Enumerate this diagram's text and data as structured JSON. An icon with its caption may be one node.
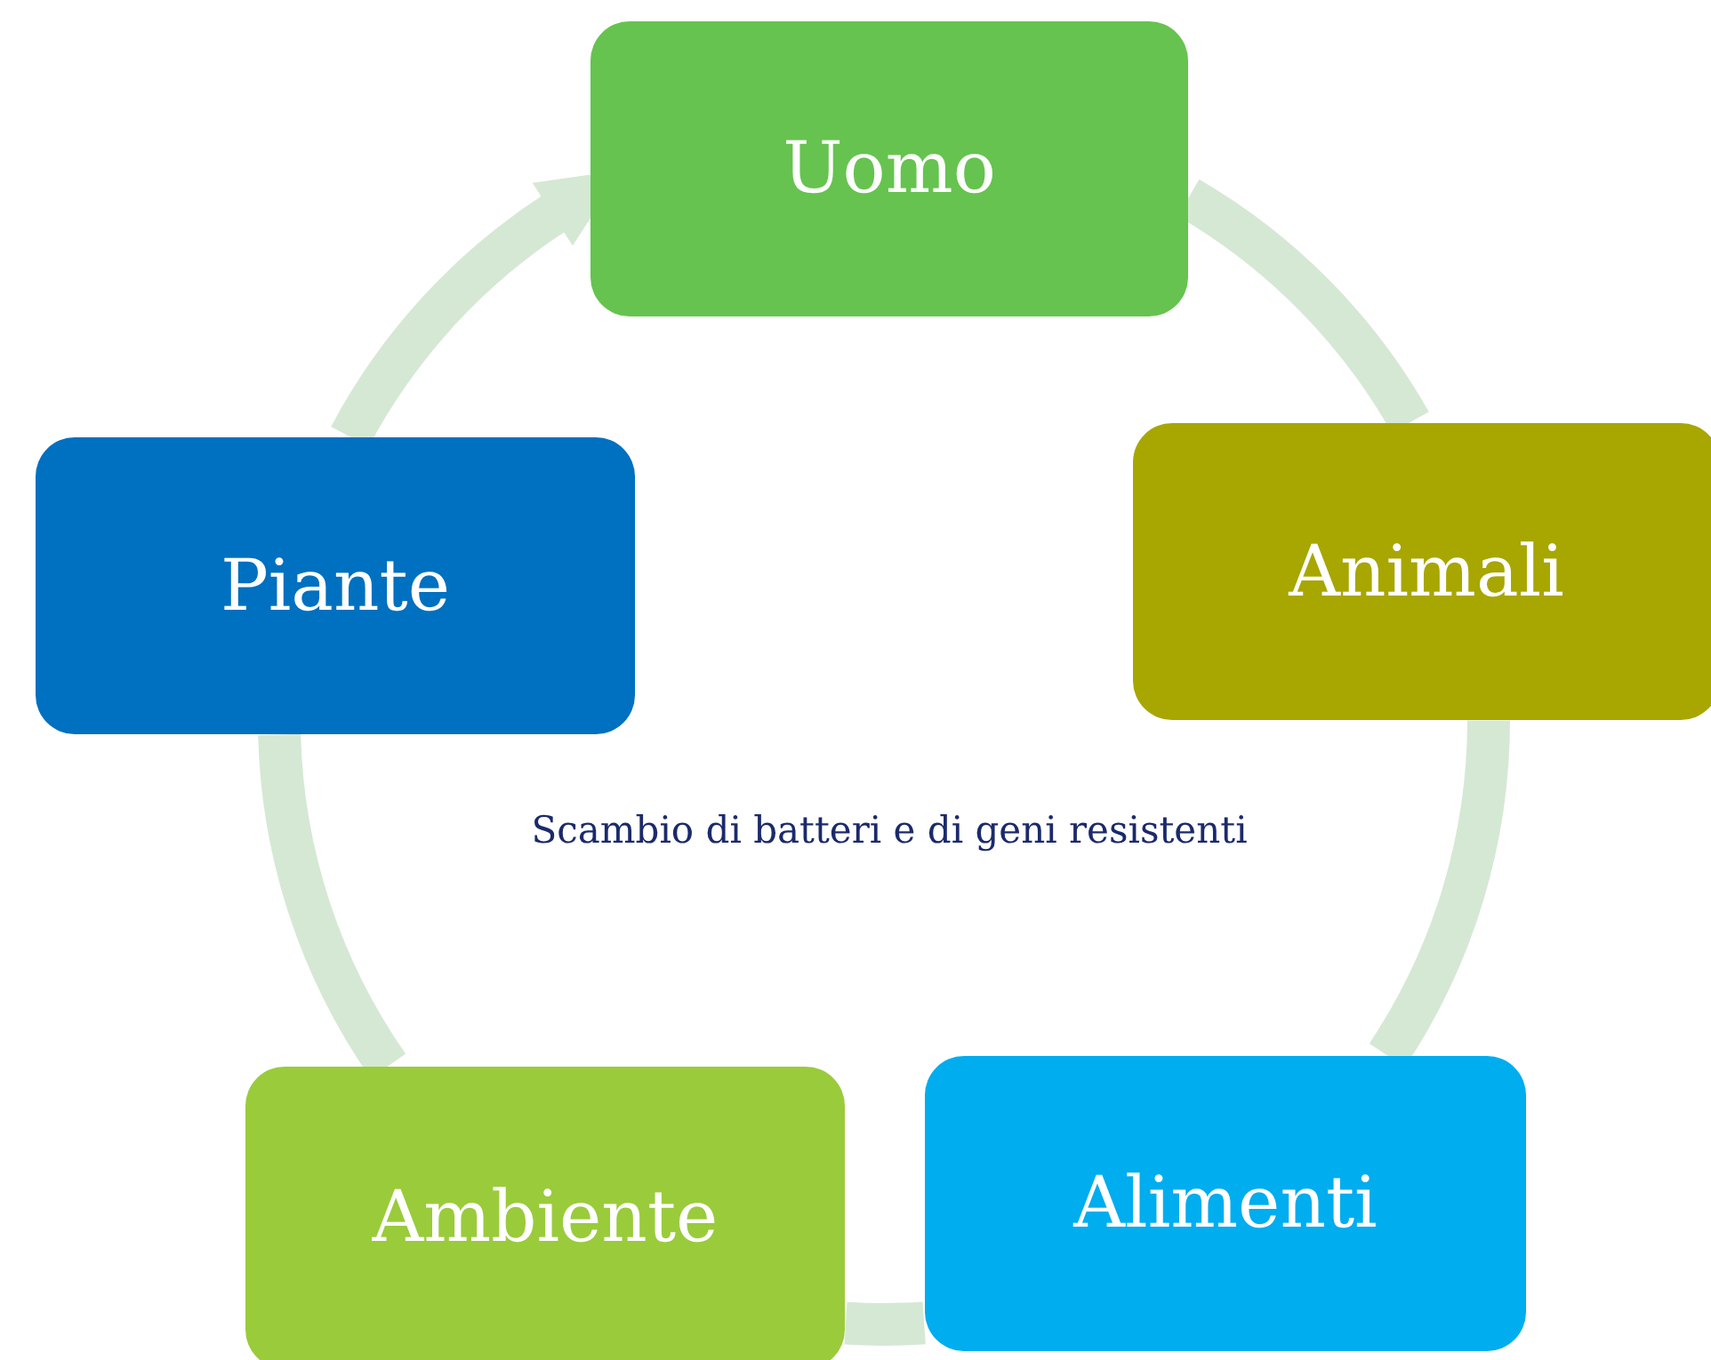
{
  "diagram": {
    "nodes": [
      {
        "text": [
          "Uomo"
        ]
      },
      {
        "text": [
          "Animali"
        ]
      },
      {
        "text": [
          "Alimenti"
        ]
      },
      {
        "text": [
          "Ambiente"
        ]
      },
      {
        "text": [
          "Piante"
        ]
      }
    ],
    "edges": [
      {
        "from": 0,
        "to": 1,
        "arrow": "none"
      },
      {
        "from": 1,
        "to": 2,
        "arrow": "none"
      },
      {
        "from": 2,
        "to": 3,
        "arrow": "none"
      },
      {
        "from": 3,
        "to": 4,
        "arrow": "none"
      },
      {
        "from": 4,
        "to": 0,
        "arrow": "to"
      }
    ],
    "labels": [
      "Scambio di batteri e di geni resistenti"
    ]
  }
}
